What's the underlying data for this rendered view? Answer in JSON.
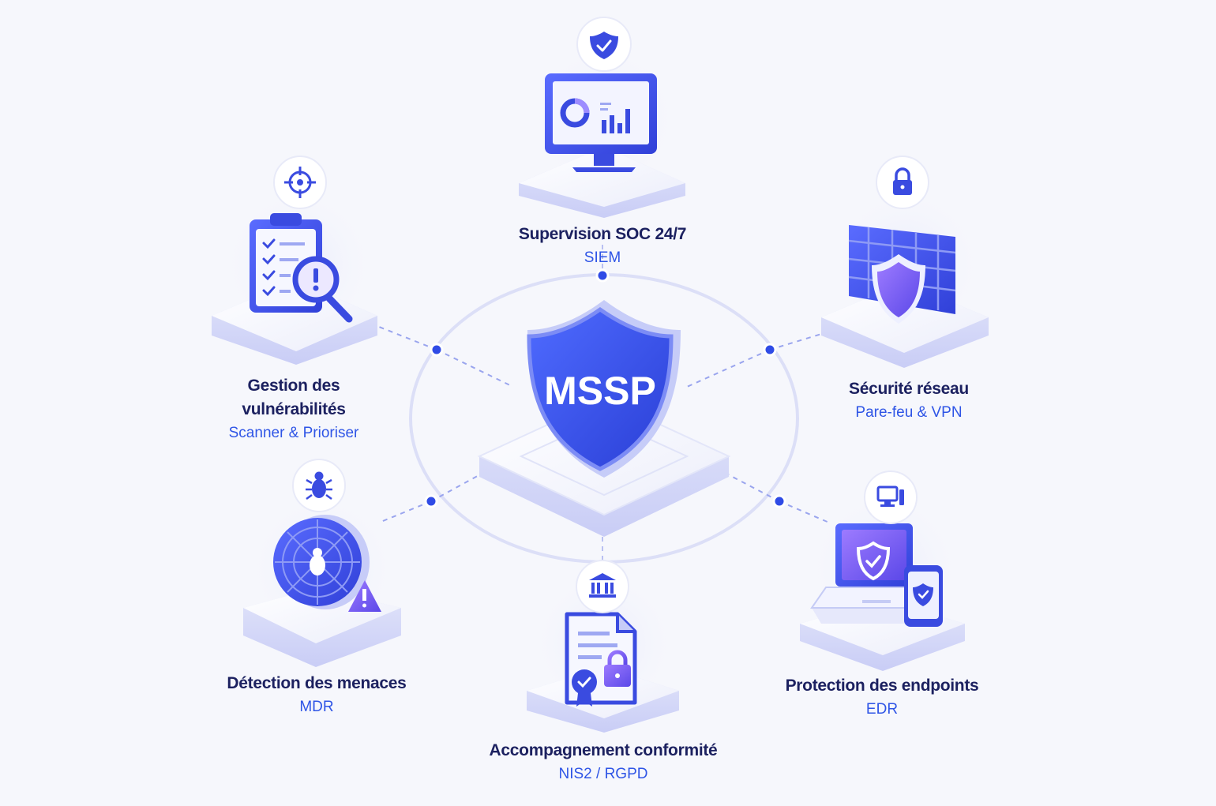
{
  "center": {
    "label": "MSSP"
  },
  "services": [
    {
      "id": "soc",
      "title_lines": [
        "Supervision SOC 24/7"
      ],
      "subtitle": "SIEM",
      "badge_icon": "shield-check-icon",
      "illustration": "monitor-dashboard-icon"
    },
    {
      "id": "vuln",
      "title_lines": [
        "Gestion des",
        "vulnérabilités"
      ],
      "subtitle": "Scanner & Prioriser",
      "badge_icon": "crosshair-icon",
      "illustration": "clipboard-search-icon"
    },
    {
      "id": "network",
      "title_lines": [
        "Sécurité réseau"
      ],
      "subtitle": "Pare-feu & VPN",
      "badge_icon": "lock-icon",
      "illustration": "firewall-shield-icon"
    },
    {
      "id": "threat",
      "title_lines": [
        "Détection des menaces"
      ],
      "subtitle": "MDR",
      "badge_icon": "bug-icon",
      "illustration": "radar-bug-icon"
    },
    {
      "id": "compliance",
      "title_lines": [
        "Accompagnement conformité"
      ],
      "subtitle": "NIS2 / RGPD",
      "badge_icon": "bank-building-icon",
      "illustration": "document-lock-icon"
    },
    {
      "id": "endpoints",
      "title_lines": [
        "Protection des endpoints"
      ],
      "subtitle": "EDR",
      "badge_icon": "computer-icon",
      "illustration": "laptop-phone-shield-icon"
    }
  ],
  "colors": {
    "primary": "#3a4be0",
    "accent": "#2f55e6",
    "violet": "#7b5cf0",
    "title": "#1c2160",
    "background": "#f6f7fc",
    "line": "#9aa5ee"
  }
}
